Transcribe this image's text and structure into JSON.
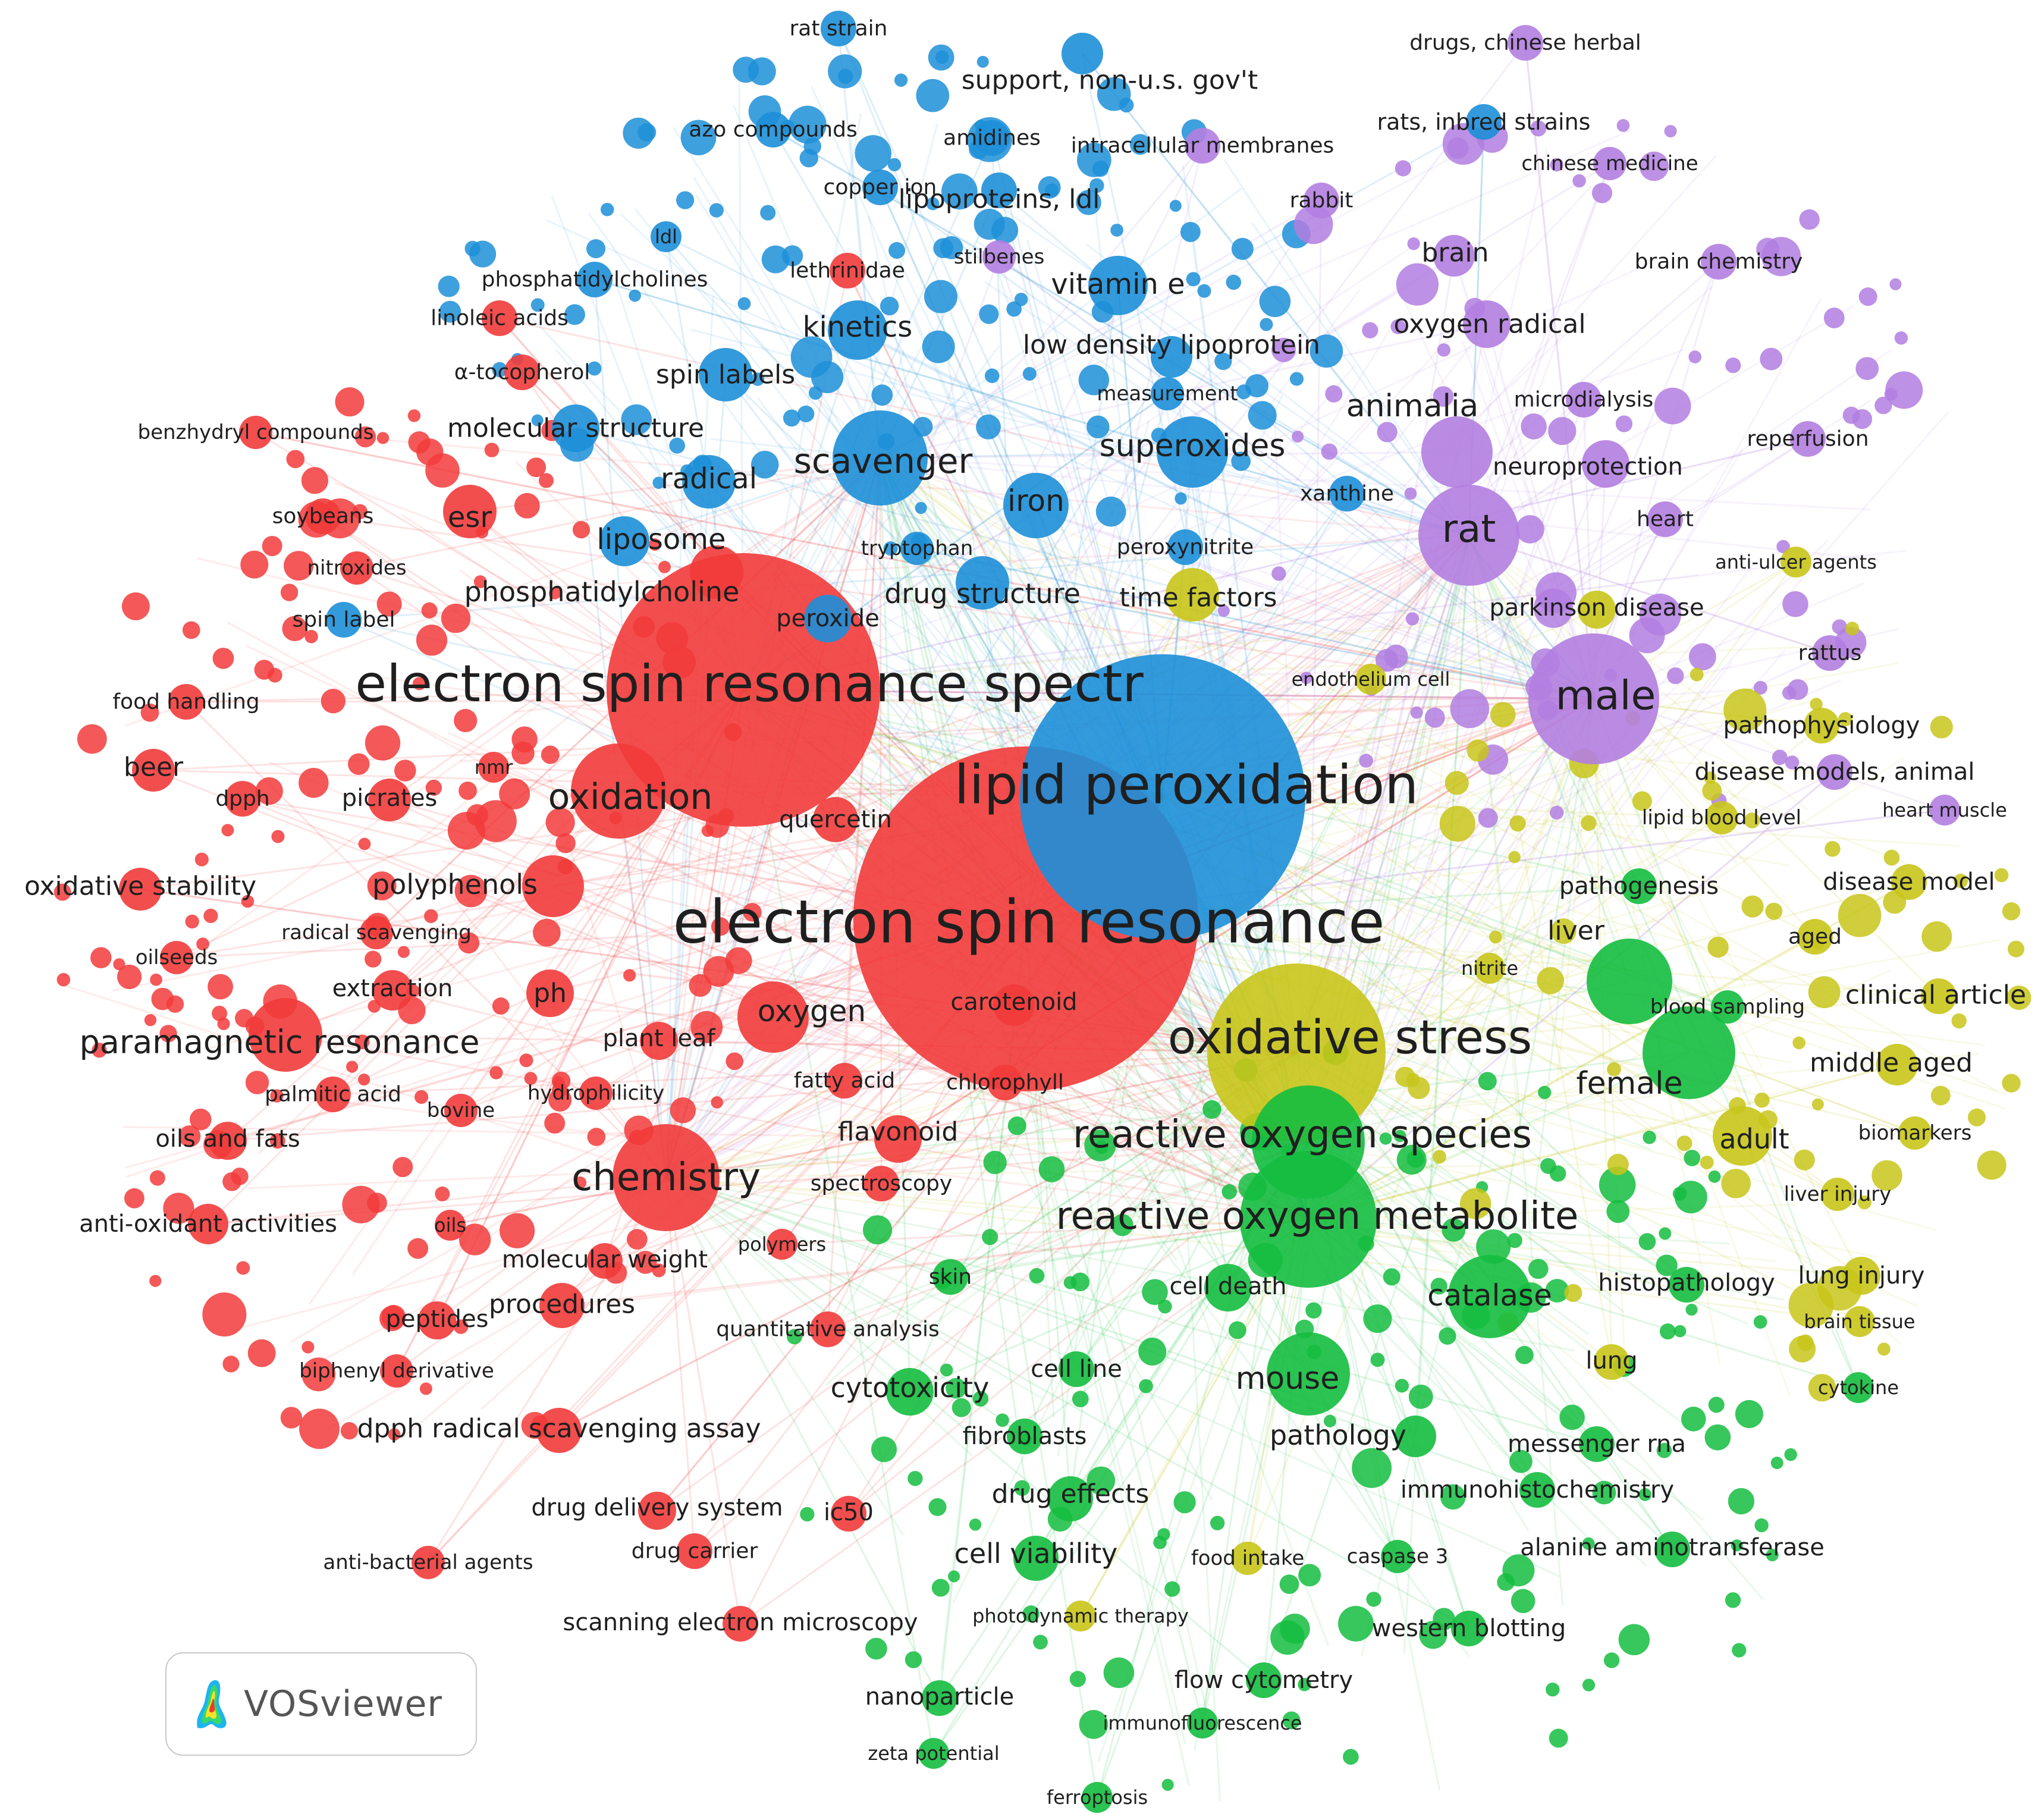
{
  "colors": {
    "red": "#f23b3b",
    "blue": "#1d8fd8",
    "purple": "#b27ee0",
    "green": "#14bd3f",
    "yellow": "#c8c51a"
  },
  "logo": {
    "text": "VOSviewer",
    "icon": "vosviewer-logo-icon"
  },
  "nodes": [
    {
      "label": "electron spin resonance",
      "c": "red",
      "f": 100
    },
    {
      "label": "electron spin resonance spectr",
      "c": "red",
      "f": 86
    },
    {
      "label": "lipid peroxidation",
      "c": "blue",
      "f": 90
    },
    {
      "label": "oxidative stress",
      "c": "yellow",
      "f": 78
    },
    {
      "label": "reactive oxygen species",
      "c": "green",
      "f": 64
    },
    {
      "label": "reactive oxygen metabolite",
      "c": "green",
      "f": 64
    },
    {
      "label": "chemistry",
      "c": "red",
      "f": 64
    },
    {
      "label": "paramagnetic resonance",
      "c": "red",
      "f": 54
    },
    {
      "label": "oxidation",
      "c": "red",
      "f": 60
    },
    {
      "label": "scavenger",
      "c": "blue",
      "f": 58
    },
    {
      "label": "male",
      "c": "purple",
      "f": 68
    },
    {
      "label": "rat",
      "c": "purple",
      "f": 64
    },
    {
      "label": "female",
      "c": "green",
      "f": 52
    },
    {
      "label": "superoxides",
      "c": "blue",
      "f": 52
    },
    {
      "label": "animalia",
      "c": "purple",
      "f": 52
    },
    {
      "label": "mouse",
      "c": "green",
      "f": 52
    },
    {
      "label": "catalase",
      "c": "green",
      "f": 50
    },
    {
      "label": "oxygen",
      "c": "red",
      "f": 50
    },
    {
      "label": "iron",
      "c": "blue",
      "f": 50
    },
    {
      "label": "radical",
      "c": "blue",
      "f": 48
    },
    {
      "label": "kinetics",
      "c": "blue",
      "f": 48
    },
    {
      "label": "vitamin e",
      "c": "blue",
      "f": 48
    },
    {
      "label": "liposome",
      "c": "blue",
      "f": 48
    },
    {
      "label": "esr",
      "c": "red",
      "f": 48
    },
    {
      "label": "drug structure",
      "c": "blue",
      "f": 46
    },
    {
      "label": "phosphatidylcholine",
      "c": "red",
      "f": 46
    },
    {
      "label": "polyphenols",
      "c": "red",
      "f": 46
    },
    {
      "label": "spin labels",
      "c": "blue",
      "f": 44
    },
    {
      "label": "molecular structure",
      "c": "blue",
      "f": 44
    },
    {
      "label": "support, non-u.s. gov't",
      "c": "blue",
      "f": 44
    },
    {
      "label": "lipoproteins, ldl",
      "c": "blue",
      "f": 44
    },
    {
      "label": "low density lipoprotein",
      "c": "blue",
      "f": 44
    },
    {
      "label": "brain",
      "c": "purple",
      "f": 44
    },
    {
      "label": "oxygen radical",
      "c": "purple",
      "f": 44
    },
    {
      "label": "time factors",
      "c": "yellow",
      "f": 44
    },
    {
      "label": "cytotoxicity",
      "c": "green",
      "f": 46
    },
    {
      "label": "adult",
      "c": "yellow",
      "f": 46
    },
    {
      "label": "middle aged",
      "c": "yellow",
      "f": 44
    },
    {
      "label": "clinical article",
      "c": "yellow",
      "f": 44
    },
    {
      "label": "pathology",
      "c": "green",
      "f": 46
    },
    {
      "label": "cell viability",
      "c": "green",
      "f": 46
    },
    {
      "label": "drug effects",
      "c": "green",
      "f": 44
    },
    {
      "label": "flavonoid",
      "c": "red",
      "f": 44
    },
    {
      "label": "procedures",
      "c": "red",
      "f": 44
    },
    {
      "label": "ph",
      "c": "red",
      "f": 44
    },
    {
      "label": "beer",
      "c": "red",
      "f": 44
    },
    {
      "label": "oxidative stability",
      "c": "red",
      "f": 44
    },
    {
      "label": "dpph radical scavenging assay",
      "c": "red",
      "f": 44
    },
    {
      "label": "anti-oxidant activities",
      "c": "red",
      "f": 40
    },
    {
      "label": "quercetin",
      "c": "red",
      "f": 40
    },
    {
      "label": "picrates",
      "c": "red",
      "f": 40
    },
    {
      "label": "extraction",
      "c": "red",
      "f": 40
    },
    {
      "label": "plant leaf",
      "c": "red",
      "f": 40
    },
    {
      "label": "oils and fats",
      "c": "red",
      "f": 40
    },
    {
      "label": "peptides",
      "c": "red",
      "f": 40
    },
    {
      "label": "drug delivery system",
      "c": "red",
      "f": 40
    },
    {
      "label": "scanning electron microscopy",
      "c": "red",
      "f": 40
    },
    {
      "label": "molecular weight",
      "c": "red",
      "f": 40
    },
    {
      "label": "carotenoid",
      "c": "red",
      "f": 40
    },
    {
      "label": "peroxide",
      "c": "blue",
      "f": 40
    },
    {
      "label": "liver",
      "c": "green",
      "f": 44
    },
    {
      "label": "cell death",
      "c": "green",
      "f": 40
    },
    {
      "label": "neuroprotection",
      "c": "purple",
      "f": 40
    },
    {
      "label": "parkinson disease",
      "c": "yellow",
      "f": 40
    },
    {
      "label": "pathogenesis",
      "c": "green",
      "f": 40
    },
    {
      "label": "disease models, animal",
      "c": "purple",
      "f": 40
    },
    {
      "label": "pathophysiology",
      "c": "yellow",
      "f": 40
    },
    {
      "label": "disease model",
      "c": "yellow",
      "f": 40
    },
    {
      "label": "western blotting",
      "c": "green",
      "f": 40
    },
    {
      "label": "flow cytometry",
      "c": "green",
      "f": 40
    },
    {
      "label": "alanine aminotransferase",
      "c": "green",
      "f": 40
    },
    {
      "label": "immunohistochemistry",
      "c": "green",
      "f": 40
    },
    {
      "label": "messenger rna",
      "c": "green",
      "f": 40
    },
    {
      "label": "histopathology",
      "c": "green",
      "f": 40
    },
    {
      "label": "lung injury",
      "c": "yellow",
      "f": 40
    },
    {
      "label": "fibroblasts",
      "c": "green",
      "f": 40
    },
    {
      "label": "cell line",
      "c": "green",
      "f": 40
    },
    {
      "label": "ic50",
      "c": "red",
      "f": 40
    },
    {
      "label": "nanoparticle",
      "c": "green",
      "f": 40
    },
    {
      "label": "lung",
      "c": "yellow",
      "f": 40
    },
    {
      "label": "spectroscopy",
      "c": "red",
      "f": 36
    },
    {
      "label": "fatty acid",
      "c": "red",
      "f": 36
    },
    {
      "label": "chlorophyll",
      "c": "red",
      "f": 36
    },
    {
      "label": "hydrophilicity",
      "c": "red",
      "f": 34
    },
    {
      "label": "palmitic acid",
      "c": "red",
      "f": 36
    },
    {
      "label": "bovine",
      "c": "red",
      "f": 34
    },
    {
      "label": "radical scavenging",
      "c": "red",
      "f": 34
    },
    {
      "label": "oilseeds",
      "c": "red",
      "f": 34
    },
    {
      "label": "nmr",
      "c": "red",
      "f": 32
    },
    {
      "label": "dpph",
      "c": "red",
      "f": 36
    },
    {
      "label": "food handling",
      "c": "red",
      "f": 36
    },
    {
      "label": "spin label",
      "c": "blue",
      "f": 36
    },
    {
      "label": "soybeans",
      "c": "red",
      "f": 36
    },
    {
      "label": "nitroxides",
      "c": "red",
      "f": 34
    },
    {
      "label": "benzhydryl compounds",
      "c": "red",
      "f": 34
    },
    {
      "label": "α-tocopherol",
      "c": "red",
      "f": 36
    },
    {
      "label": "linoleic acids",
      "c": "red",
      "f": 36
    },
    {
      "label": "phosphatidylcholines",
      "c": "blue",
      "f": 36
    },
    {
      "label": "ldl",
      "c": "blue",
      "f": 32
    },
    {
      "label": "lethrinidae",
      "c": "red",
      "f": 36
    },
    {
      "label": "stilbenes",
      "c": "purple",
      "f": 34
    },
    {
      "label": "copper ion",
      "c": "blue",
      "f": 36
    },
    {
      "label": "azo compounds",
      "c": "blue",
      "f": 36
    },
    {
      "label": "amidines",
      "c": "blue",
      "f": 36
    },
    {
      "label": "rat strain",
      "c": "blue",
      "f": 36
    },
    {
      "label": "intracellular membranes",
      "c": "purple",
      "f": 36
    },
    {
      "label": "rabbit",
      "c": "purple",
      "f": 36
    },
    {
      "label": "rats, inbred strains",
      "c": "blue",
      "f": 38
    },
    {
      "label": "drugs, chinese herbal",
      "c": "purple",
      "f": 36
    },
    {
      "label": "chinese medicine",
      "c": "purple",
      "f": 34
    },
    {
      "label": "brain chemistry",
      "c": "purple",
      "f": 36
    },
    {
      "label": "microdialysis",
      "c": "purple",
      "f": 36
    },
    {
      "label": "reperfusion",
      "c": "purple",
      "f": 36
    },
    {
      "label": "heart",
      "c": "purple",
      "f": 36
    },
    {
      "label": "anti-ulcer agents",
      "c": "yellow",
      "f": 32
    },
    {
      "label": "rattus",
      "c": "purple",
      "f": 36
    },
    {
      "label": "lipid blood level",
      "c": "yellow",
      "f": 34
    },
    {
      "label": "heart muscle",
      "c": "purple",
      "f": 32
    },
    {
      "label": "aged",
      "c": "yellow",
      "f": 36
    },
    {
      "label": "blood sampling",
      "c": "green",
      "f": 34
    },
    {
      "label": "nitrite",
      "c": "yellow",
      "f": 32
    },
    {
      "label": "endothelium cell",
      "c": "yellow",
      "f": 32
    },
    {
      "label": "biomarkers",
      "c": "yellow",
      "f": 34
    },
    {
      "label": "liver injury",
      "c": "yellow",
      "f": 34
    },
    {
      "label": "brain tissue",
      "c": "yellow",
      "f": 32
    },
    {
      "label": "cytokine",
      "c": "green",
      "f": 32
    },
    {
      "label": "measurement",
      "c": "blue",
      "f": 34
    },
    {
      "label": "tryptophan",
      "c": "blue",
      "f": 34
    },
    {
      "label": "peroxynitrite",
      "c": "blue",
      "f": 36
    },
    {
      "label": "xanthine",
      "c": "blue",
      "f": 36
    },
    {
      "label": "skin",
      "c": "green",
      "f": 36
    },
    {
      "label": "polymers",
      "c": "red",
      "f": 32
    },
    {
      "label": "quantitative analysis",
      "c": "red",
      "f": 36
    },
    {
      "label": "biphenyl derivative",
      "c": "red",
      "f": 34
    },
    {
      "label": "anti-bacterial agents",
      "c": "red",
      "f": 34
    },
    {
      "label": "drug carrier",
      "c": "red",
      "f": 36
    },
    {
      "label": "oils",
      "c": "red",
      "f": 32
    },
    {
      "label": "photodynamic therapy",
      "c": "yellow",
      "f": 32
    },
    {
      "label": "food intake",
      "c": "yellow",
      "f": 34
    },
    {
      "label": "caspase 3",
      "c": "green",
      "f": 34
    },
    {
      "label": "immunofluorescence",
      "c": "green",
      "f": 32
    },
    {
      "label": "zeta potential",
      "c": "green",
      "f": 32
    },
    {
      "label": "ferroptosis",
      "c": "green",
      "f": 32
    }
  ]
}
